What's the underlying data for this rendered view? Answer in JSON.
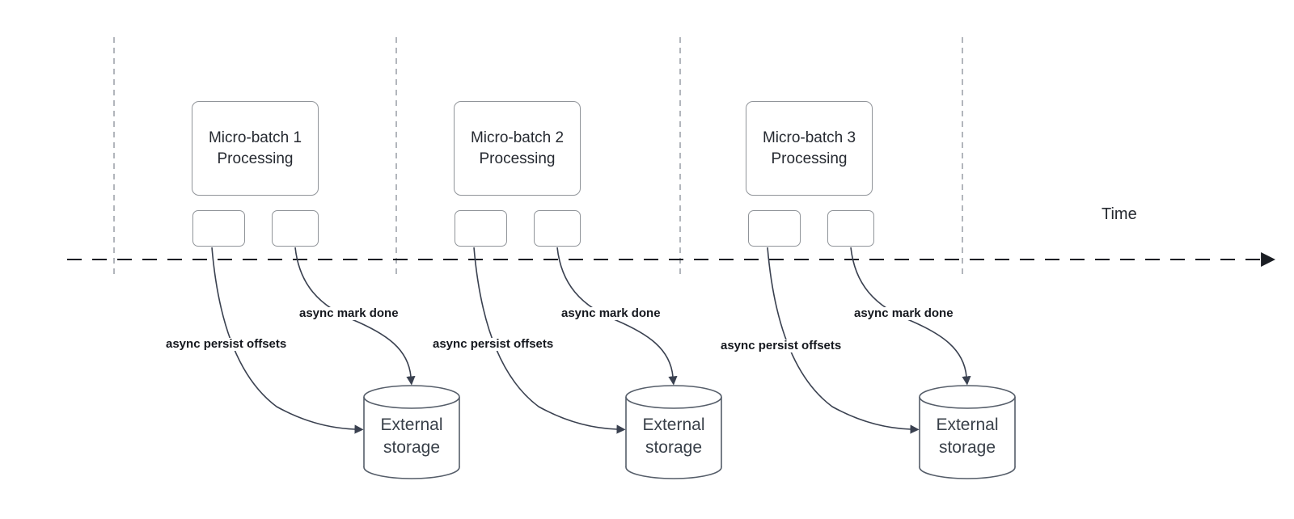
{
  "colors": {
    "background": "#ffffff",
    "curve": "#3a4150",
    "timeline": "#1b1e24",
    "guide": "#b2b6bc",
    "box_border": "#909499",
    "cylinder_stroke": "#555d69",
    "box_text": "#262a31",
    "label_text": "#15181e",
    "cylinder_text": "#394049"
  },
  "timeline": {
    "label": "Time"
  },
  "sections": [
    {
      "processing_box": {
        "line1": "Micro-batch 1",
        "line2": "Processing"
      },
      "persist_label": "async persist offsets",
      "mark_label": "async mark done",
      "storage": {
        "line1": "External",
        "line2": "storage"
      }
    },
    {
      "processing_box": {
        "line1": "Micro-batch 2",
        "line2": "Processing"
      },
      "persist_label": "async persist offsets",
      "mark_label": "async mark done",
      "storage": {
        "line1": "External",
        "line2": "storage"
      }
    },
    {
      "processing_box": {
        "line1": "Micro-batch 3",
        "line2": "Processing"
      },
      "persist_label": "async persist offsets",
      "mark_label": "async mark done",
      "storage": {
        "line1": "External",
        "line2": "storage"
      }
    }
  ]
}
